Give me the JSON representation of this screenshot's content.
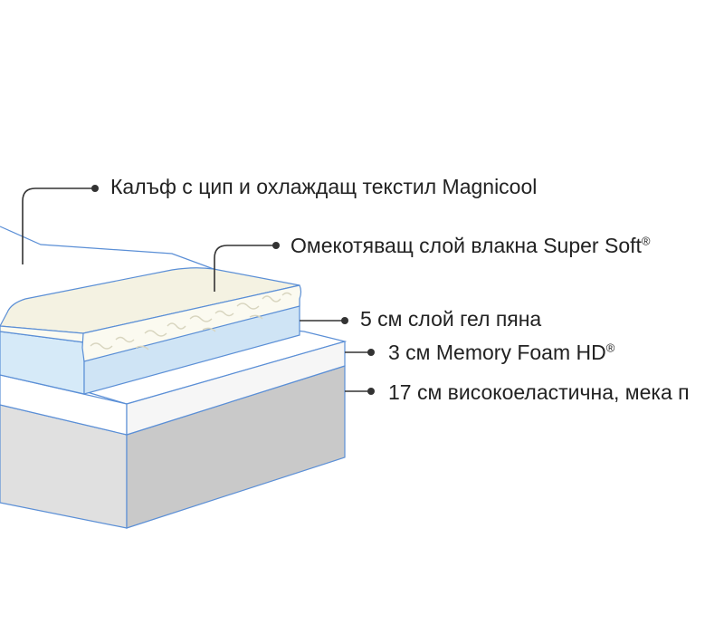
{
  "labels": {
    "cover": {
      "text": "Калъф с цип и охлаждащ текстил Magnicool",
      "sup": ""
    },
    "fiber": {
      "text": "Омекотяващ слой влакна Super Soft",
      "sup": "®"
    },
    "gel": {
      "text": "5 см слой гел пяна",
      "sup": ""
    },
    "memory": {
      "text": "3 см Memory Foam HD",
      "sup": "®"
    },
    "base": {
      "text": "17 см високоеластична, мека п",
      "sup": ""
    }
  },
  "colors": {
    "outline": "#5b8fd6",
    "leader": "#333333",
    "cover": "#ffffff",
    "fiber_top": "#f4f2e2",
    "fiber_front": "#fbfaf0",
    "fiber_squiggle": "#d8d5bf",
    "gel_front": "#d6eaf8",
    "gel_side": "#cfe4f5",
    "memory_top": "#ffffff",
    "memory_side": "#f6f6f6",
    "base_front": "#e0e0e0",
    "base_side": "#c9c9c9"
  }
}
